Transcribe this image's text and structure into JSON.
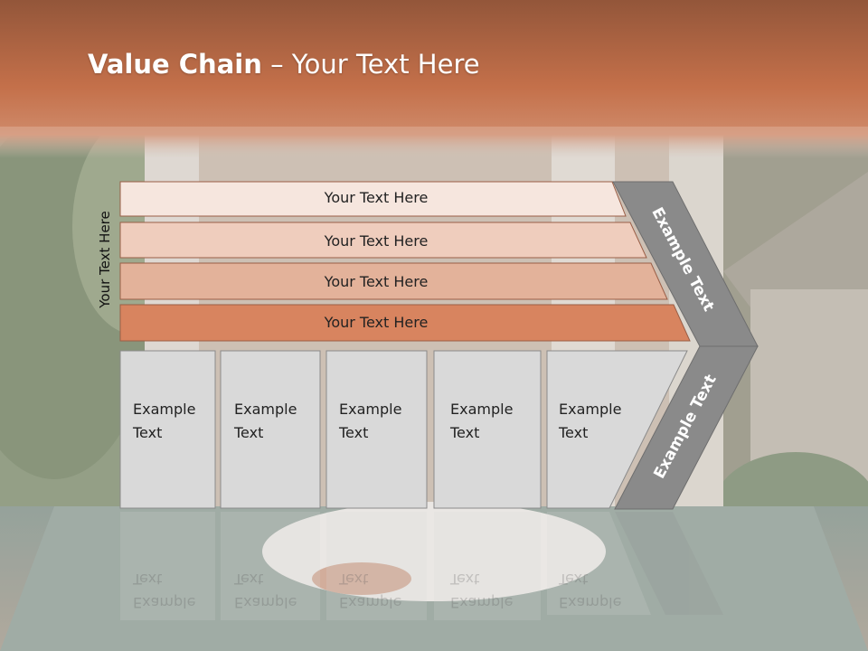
{
  "slide": {
    "title_bold": "Value Chain",
    "title_rest": " – Your Text Here",
    "side_label": "Your Text Here"
  },
  "bars": [
    {
      "label": "Your Text Here",
      "color": "#f6e6de"
    },
    {
      "label": "Your Text Here",
      "color": "#efcdbd"
    },
    {
      "label": "Your Text Here",
      "color": "#e3b29a"
    },
    {
      "label": "Your Text Here",
      "color": "#d8845f"
    }
  ],
  "cells": [
    {
      "label": "Example\nText"
    },
    {
      "label": "Example\nText"
    },
    {
      "label": "Example\nText"
    },
    {
      "label": "Example\nText"
    },
    {
      "label": "Example\nText"
    }
  ],
  "chevron": {
    "upper_label": "Example Text",
    "lower_label": "Example Text",
    "color": "#8a8a8a"
  },
  "colors": {
    "header": "#c4704a",
    "cell_fill": "#d9d9d9"
  }
}
